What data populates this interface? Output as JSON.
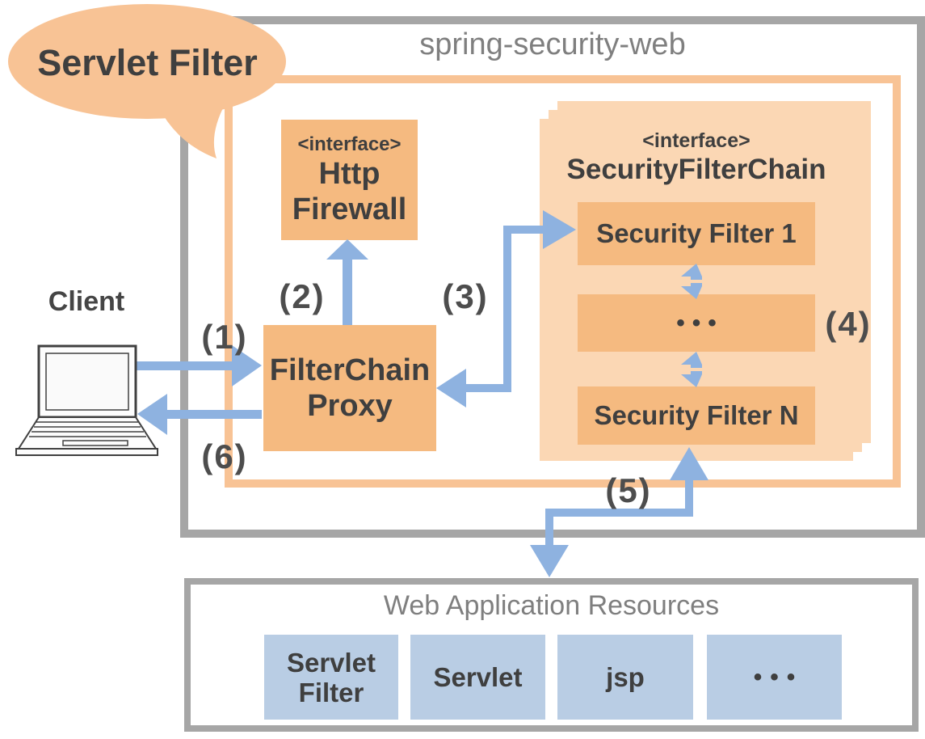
{
  "bubble": {
    "label": "Servlet Filter"
  },
  "module": {
    "title": "spring-security-web"
  },
  "client": {
    "label": "Client"
  },
  "http_firewall": {
    "stereotype": "<interface>",
    "name_line1": "Http",
    "name_line2": "Firewall"
  },
  "filter_chain_proxy": {
    "name_line1": "FilterChain",
    "name_line2": "Proxy"
  },
  "security_filter_chain": {
    "stereotype": "<interface>",
    "title": "SecurityFilterChain",
    "filters": [
      "Security Filter 1",
      "•••",
      "Security Filter N"
    ]
  },
  "flow_labels": {
    "f1": "(1)",
    "f2": "(2)",
    "f3": "(3)",
    "f4": "(4)",
    "f5": "(5)",
    "f6": "(6)"
  },
  "web_app": {
    "title": "Web Application Resources",
    "resources": [
      "Servlet Filter",
      "Servlet",
      "jsp",
      "•••"
    ]
  },
  "colors": {
    "orange_frame": "#F8C395",
    "orange_box": "#F5BA80",
    "peach_stack": "#FBD7B4",
    "arrow_blue": "#8EB2E0",
    "resource_blue": "#B9CDE4",
    "border_gray": "#A6A6A6",
    "title_gray": "#7F7F7F",
    "text_dark": "#3F3F3F"
  }
}
